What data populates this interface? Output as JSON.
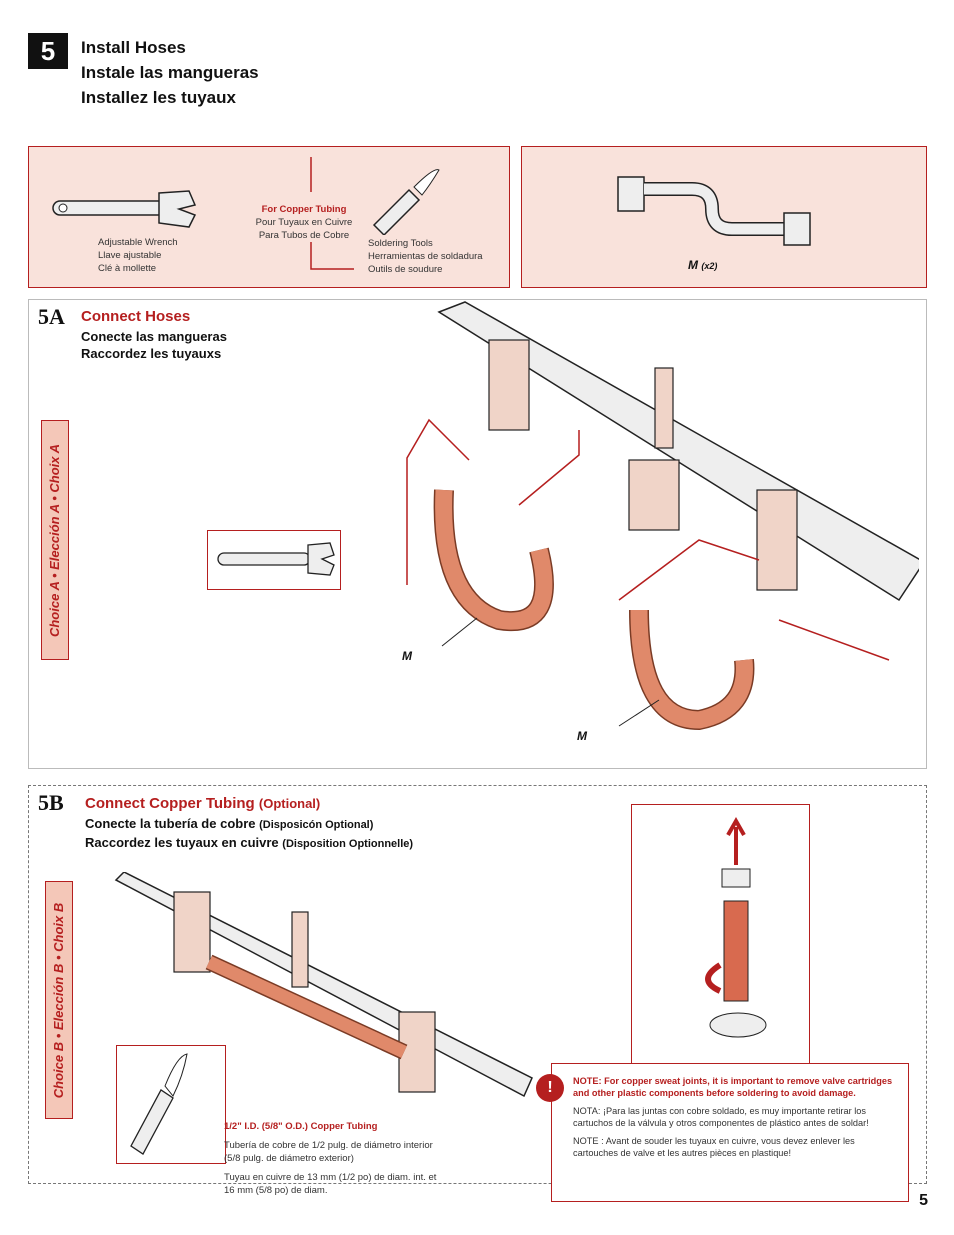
{
  "step": {
    "number": "5",
    "titles": [
      "Install Hoses",
      "Instale las mangueras",
      "Installez les tuyaux"
    ]
  },
  "tools": {
    "wrench": [
      "Adjustable Wrench",
      "Llave ajustable",
      "Clé à mollette"
    ],
    "copper_heading": "For Copper Tubing",
    "copper_sub": [
      "Pour Tuyaux en Cuivre",
      "Para Tubos de Cobre"
    ],
    "soldering": [
      "Soldering Tools",
      "Herramientas de soldadura",
      "Outils de soudure"
    ]
  },
  "part": {
    "label": "M",
    "qty": "(x2)"
  },
  "section_a": {
    "number": "5A",
    "title": "Connect Hoses",
    "sub": [
      "Conecte las mangueras",
      "Raccordez les tuyauxs"
    ],
    "choice": "Choice A • Elección A • Choix A",
    "labels": [
      "M",
      "M"
    ]
  },
  "section_b": {
    "number": "5B",
    "title": "Connect Copper Tubing",
    "title_opt": "(Optional)",
    "sub1": "Conecte la tubería de cobre",
    "sub1_opt": "(Disposicón Optional)",
    "sub2": "Raccordez les tuyaux en cuivre",
    "sub2_opt": "(Disposition Optionnelle)",
    "choice": "Choice B • Elección B • Choix B",
    "tubing_heading": "1/2\" I.D. (5/8\" O.D.) Copper Tubing",
    "tubing_es": "Tubería de cobre de 1/2 pulg. de diámetro interior (5/8 pulg. de diámetro exterior)",
    "tubing_fr": "Tuyau en cuivre de 13 mm (1/2 po) de diam. int. et 16 mm (5/8 po) de diam."
  },
  "note": {
    "icon": "!",
    "en": "NOTE: For copper sweat joints, it is important to remove valve cartridges and other plastic components before soldering to avoid damage.",
    "es_label": "NOTA:",
    "es": "¡Para las juntas con cobre soldado, es muy importante retirar los cartuchos de la válvula y otros componentes de plástico antes de soldar!",
    "fr_label": "NOTE :",
    "fr": "Avant de souder les tuyaux en cuivre, vous devez enlever les cartouches de valve et les autres pièces en plastique!"
  },
  "page_number": "5",
  "colors": {
    "accent": "#b51f1f",
    "panel_fill": "#f9e2db",
    "copper": "#e0896a"
  }
}
